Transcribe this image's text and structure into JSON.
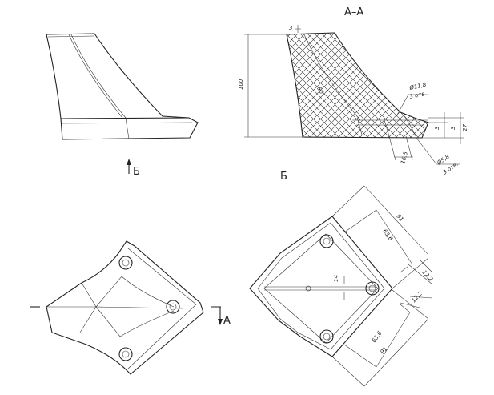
{
  "views": {
    "section_title": "А–А",
    "view_b_label": "Б",
    "view_b_arrow_label": "Б",
    "section_a_label": "А"
  },
  "dimensions": {
    "height_100": "100",
    "top_3": "3",
    "hole_d118": "Ø11,8",
    "hole_d118_count": "3 отв.",
    "hole_d58": "Ø5,8",
    "hole_d58_count": "3 отв.",
    "gap_3a": "3",
    "gap_3b": "3",
    "depth_27": "27",
    "depth_165": "16,5",
    "angle_label": "50",
    "rib_14": "14",
    "d91_top": "91",
    "d636_top": "63,6",
    "d122_top": "12,2",
    "d122_bottom": "12,2",
    "d636_bottom": "63,6",
    "d91_bottom": "91"
  }
}
